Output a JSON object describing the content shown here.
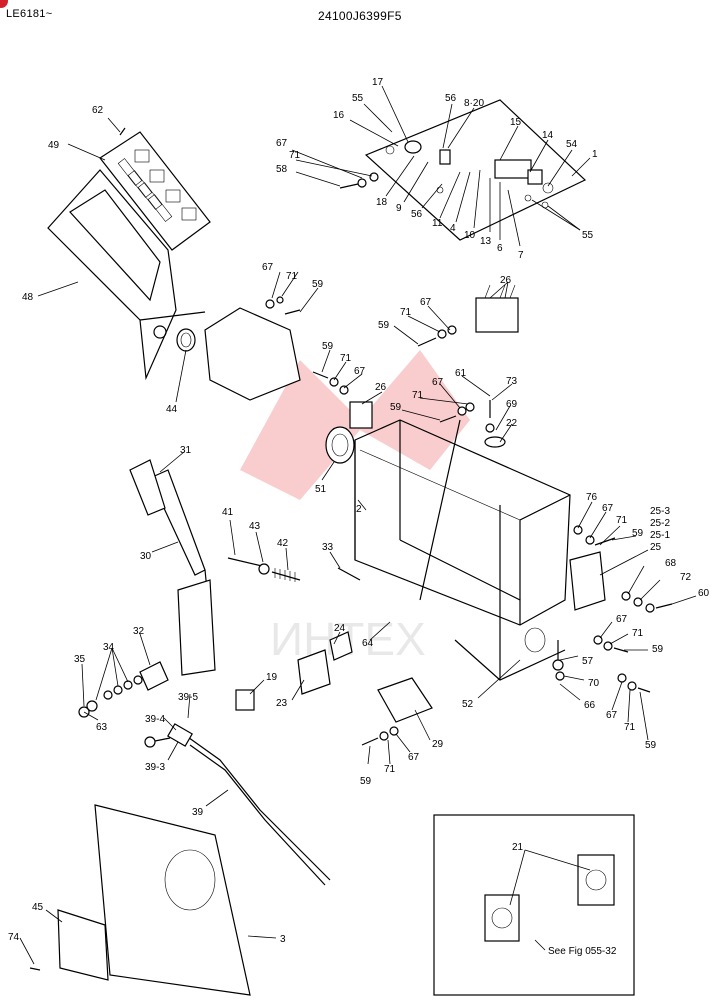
{
  "header": {
    "serial_left": "LE6181~",
    "drawing_code": "24100J6399F5"
  },
  "watermark": {
    "text": "ИНТЕХ",
    "color": "#e8484b"
  },
  "inset": {
    "note": "See Fig 055-32"
  },
  "callouts": [
    {
      "id": "c-62",
      "text": "62"
    },
    {
      "id": "c-49",
      "text": "49"
    },
    {
      "id": "c-48",
      "text": "48"
    },
    {
      "id": "c-44",
      "text": "44"
    },
    {
      "id": "c-17",
      "text": "17"
    },
    {
      "id": "c-55a",
      "text": "55"
    },
    {
      "id": "c-56a",
      "text": "56"
    },
    {
      "id": "c-8-20",
      "text": "8·20"
    },
    {
      "id": "c-16",
      "text": "16"
    },
    {
      "id": "c-15",
      "text": "15"
    },
    {
      "id": "c-14",
      "text": "14"
    },
    {
      "id": "c-54",
      "text": "54"
    },
    {
      "id": "c-1",
      "text": "1"
    },
    {
      "id": "c-67a",
      "text": "67"
    },
    {
      "id": "c-71a",
      "text": "71"
    },
    {
      "id": "c-58",
      "text": "58"
    },
    {
      "id": "c-18",
      "text": "18"
    },
    {
      "id": "c-9",
      "text": "9"
    },
    {
      "id": "c-56b",
      "text": "56"
    },
    {
      "id": "c-11",
      "text": "11"
    },
    {
      "id": "c-4",
      "text": "4"
    },
    {
      "id": "c-10",
      "text": "10"
    },
    {
      "id": "c-13",
      "text": "13"
    },
    {
      "id": "c-6",
      "text": "6"
    },
    {
      "id": "c-7",
      "text": "7"
    },
    {
      "id": "c-55b",
      "text": "55"
    },
    {
      "id": "c-67b",
      "text": "67"
    },
    {
      "id": "c-71b",
      "text": "71"
    },
    {
      "id": "c-59a",
      "text": "59"
    },
    {
      "id": "c-26a",
      "text": "26"
    },
    {
      "id": "c-67c",
      "text": "67"
    },
    {
      "id": "c-71c",
      "text": "71"
    },
    {
      "id": "c-59b",
      "text": "59"
    },
    {
      "id": "c-59c",
      "text": "59"
    },
    {
      "id": "c-71d",
      "text": "71"
    },
    {
      "id": "c-67d",
      "text": "67"
    },
    {
      "id": "c-26b",
      "text": "26"
    },
    {
      "id": "c-61",
      "text": "61"
    },
    {
      "id": "c-73",
      "text": "73"
    },
    {
      "id": "c-67e",
      "text": "67"
    },
    {
      "id": "c-71e",
      "text": "71"
    },
    {
      "id": "c-59d",
      "text": "59"
    },
    {
      "id": "c-69",
      "text": "69"
    },
    {
      "id": "c-22",
      "text": "22"
    },
    {
      "id": "c-31",
      "text": "31"
    },
    {
      "id": "c-51",
      "text": "51"
    },
    {
      "id": "c-2",
      "text": "2"
    },
    {
      "id": "c-30",
      "text": "30"
    },
    {
      "id": "c-41",
      "text": "41"
    },
    {
      "id": "c-43",
      "text": "43"
    },
    {
      "id": "c-42",
      "text": "42"
    },
    {
      "id": "c-33",
      "text": "33"
    },
    {
      "id": "c-76",
      "text": "76"
    },
    {
      "id": "c-67f",
      "text": "67"
    },
    {
      "id": "c-71f",
      "text": "71"
    },
    {
      "id": "c-59e",
      "text": "59"
    },
    {
      "id": "c-25-3",
      "text": "25-3"
    },
    {
      "id": "c-25-2",
      "text": "25-2"
    },
    {
      "id": "c-25-1",
      "text": "25-1"
    },
    {
      "id": "c-25",
      "text": "25"
    },
    {
      "id": "c-68",
      "text": "68"
    },
    {
      "id": "c-72",
      "text": "72"
    },
    {
      "id": "c-60",
      "text": "60"
    },
    {
      "id": "c-34",
      "text": "34"
    },
    {
      "id": "c-32",
      "text": "32"
    },
    {
      "id": "c-35",
      "text": "35"
    },
    {
      "id": "c-24",
      "text": "24"
    },
    {
      "id": "c-64",
      "text": "64"
    },
    {
      "id": "c-67g",
      "text": "67"
    },
    {
      "id": "c-71g",
      "text": "71"
    },
    {
      "id": "c-59f",
      "text": "59"
    },
    {
      "id": "c-57",
      "text": "57"
    },
    {
      "id": "c-70",
      "text": "70"
    },
    {
      "id": "c-66",
      "text": "66"
    },
    {
      "id": "c-67h",
      "text": "67"
    },
    {
      "id": "c-71h",
      "text": "71"
    },
    {
      "id": "c-59g",
      "text": "59"
    },
    {
      "id": "c-63",
      "text": "63"
    },
    {
      "id": "c-19",
      "text": "19"
    },
    {
      "id": "c-23",
      "text": "23"
    },
    {
      "id": "c-52",
      "text": "52"
    },
    {
      "id": "c-39-5",
      "text": "39-5"
    },
    {
      "id": "c-39-4",
      "text": "39-4"
    },
    {
      "id": "c-39-3",
      "text": "39-3"
    },
    {
      "id": "c-29",
      "text": "29"
    },
    {
      "id": "c-59h",
      "text": "59"
    },
    {
      "id": "c-71i",
      "text": "71"
    },
    {
      "id": "c-67i",
      "text": "67"
    },
    {
      "id": "c-39",
      "text": "39"
    },
    {
      "id": "c-21",
      "text": "21"
    },
    {
      "id": "c-45",
      "text": "45"
    },
    {
      "id": "c-74",
      "text": "74"
    },
    {
      "id": "c-3",
      "text": "3"
    }
  ]
}
